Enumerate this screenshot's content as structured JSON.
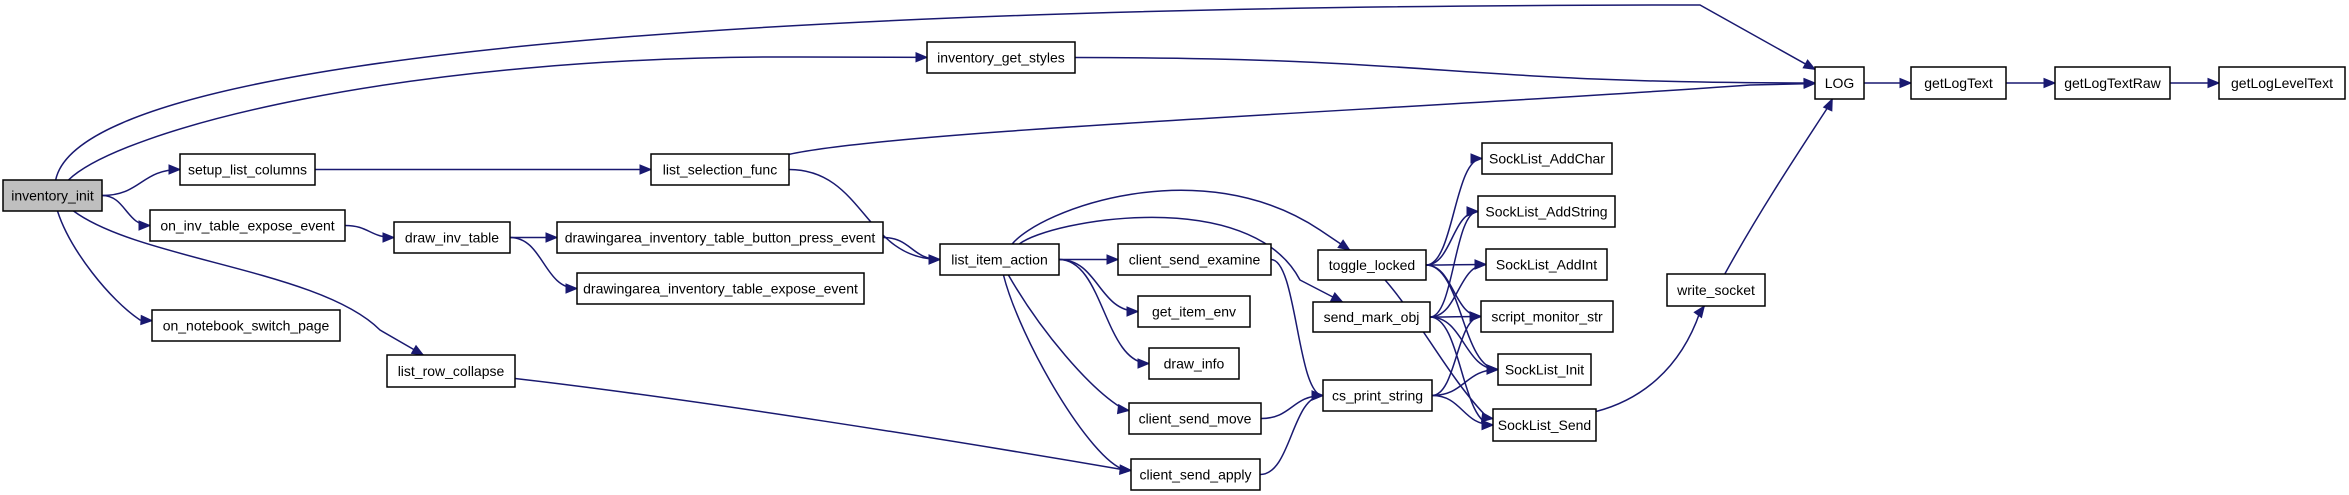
{
  "colors": {
    "edge": "#191970",
    "root_fill": "#bfbfbf",
    "node_fill": "#ffffff",
    "border": "#000000"
  },
  "nodes": [
    {
      "id": "inventory_init",
      "label": "inventory_init",
      "root": true
    },
    {
      "id": "setup_list_columns",
      "label": "setup_list_columns"
    },
    {
      "id": "on_inv_table_expose_event",
      "label": "on_inv_table_expose_event"
    },
    {
      "id": "on_notebook_switch_page",
      "label": "on_notebook_switch_page"
    },
    {
      "id": "draw_inv_table",
      "label": "draw_inv_table"
    },
    {
      "id": "list_row_collapse",
      "label": "list_row_collapse"
    },
    {
      "id": "list_selection_func",
      "label": "list_selection_func"
    },
    {
      "id": "inventory_get_styles",
      "label": "inventory_get_styles"
    },
    {
      "id": "drawingarea_inventory_table_button_press_event",
      "label": "drawingarea_inventory_table_button_press_event"
    },
    {
      "id": "drawingarea_inventory_table_expose_event",
      "label": "drawingarea_inventory_table_expose_event"
    },
    {
      "id": "list_item_action",
      "label": "list_item_action"
    },
    {
      "id": "client_send_examine",
      "label": "client_send_examine"
    },
    {
      "id": "get_item_env",
      "label": "get_item_env"
    },
    {
      "id": "draw_info",
      "label": "draw_info"
    },
    {
      "id": "client_send_move",
      "label": "client_send_move"
    },
    {
      "id": "client_send_apply",
      "label": "client_send_apply"
    },
    {
      "id": "toggle_locked",
      "label": "toggle_locked"
    },
    {
      "id": "send_mark_obj",
      "label": "send_mark_obj"
    },
    {
      "id": "cs_print_string",
      "label": "cs_print_string"
    },
    {
      "id": "SockList_AddChar",
      "label": "SockList_AddChar"
    },
    {
      "id": "SockList_AddString",
      "label": "SockList_AddString"
    },
    {
      "id": "SockList_AddInt",
      "label": "SockList_AddInt"
    },
    {
      "id": "script_monitor_str",
      "label": "script_monitor_str"
    },
    {
      "id": "SockList_Init",
      "label": "SockList_Init"
    },
    {
      "id": "SockList_Send",
      "label": "SockList_Send"
    },
    {
      "id": "write_socket",
      "label": "write_socket"
    },
    {
      "id": "LOG",
      "label": "LOG"
    },
    {
      "id": "getLogText",
      "label": "getLogText"
    },
    {
      "id": "getLogTextRaw",
      "label": "getLogTextRaw"
    },
    {
      "id": "getLogLevelText",
      "label": "getLogLevelText"
    }
  ],
  "edges": [
    [
      "inventory_init",
      "LOG"
    ],
    [
      "inventory_init",
      "inventory_get_styles"
    ],
    [
      "inventory_init",
      "setup_list_columns"
    ],
    [
      "inventory_init",
      "on_inv_table_expose_event"
    ],
    [
      "inventory_init",
      "on_notebook_switch_page"
    ],
    [
      "inventory_init",
      "list_row_collapse"
    ],
    [
      "inventory_get_styles",
      "LOG"
    ],
    [
      "setup_list_columns",
      "list_selection_func"
    ],
    [
      "list_selection_func",
      "LOG"
    ],
    [
      "list_selection_func",
      "list_item_action"
    ],
    [
      "on_inv_table_expose_event",
      "draw_inv_table"
    ],
    [
      "draw_inv_table",
      "drawingarea_inventory_table_button_press_event"
    ],
    [
      "draw_inv_table",
      "drawingarea_inventory_table_expose_event"
    ],
    [
      "drawingarea_inventory_table_button_press_event",
      "list_item_action"
    ],
    [
      "list_row_collapse",
      "client_send_apply"
    ],
    [
      "list_item_action",
      "toggle_locked"
    ],
    [
      "list_item_action",
      "send_mark_obj"
    ],
    [
      "list_item_action",
      "client_send_examine"
    ],
    [
      "list_item_action",
      "get_item_env"
    ],
    [
      "list_item_action",
      "draw_info"
    ],
    [
      "list_item_action",
      "client_send_move"
    ],
    [
      "list_item_action",
      "client_send_apply"
    ],
    [
      "client_send_examine",
      "cs_print_string"
    ],
    [
      "client_send_move",
      "cs_print_string"
    ],
    [
      "client_send_apply",
      "cs_print_string"
    ],
    [
      "toggle_locked",
      "SockList_AddChar"
    ],
    [
      "toggle_locked",
      "SockList_AddString"
    ],
    [
      "toggle_locked",
      "SockList_AddInt"
    ],
    [
      "toggle_locked",
      "script_monitor_str"
    ],
    [
      "toggle_locked",
      "SockList_Init"
    ],
    [
      "toggle_locked",
      "SockList_Send"
    ],
    [
      "send_mark_obj",
      "SockList_AddString"
    ],
    [
      "send_mark_obj",
      "SockList_AddInt"
    ],
    [
      "send_mark_obj",
      "script_monitor_str"
    ],
    [
      "send_mark_obj",
      "SockList_Init"
    ],
    [
      "send_mark_obj",
      "SockList_Send"
    ],
    [
      "cs_print_string",
      "script_monitor_str"
    ],
    [
      "cs_print_string",
      "SockList_Init"
    ],
    [
      "cs_print_string",
      "SockList_Send"
    ],
    [
      "SockList_Send",
      "write_socket"
    ],
    [
      "write_socket",
      "LOG"
    ],
    [
      "LOG",
      "getLogText"
    ],
    [
      "getLogText",
      "getLogTextRaw"
    ],
    [
      "getLogTextRaw",
      "getLogLevelText"
    ]
  ]
}
